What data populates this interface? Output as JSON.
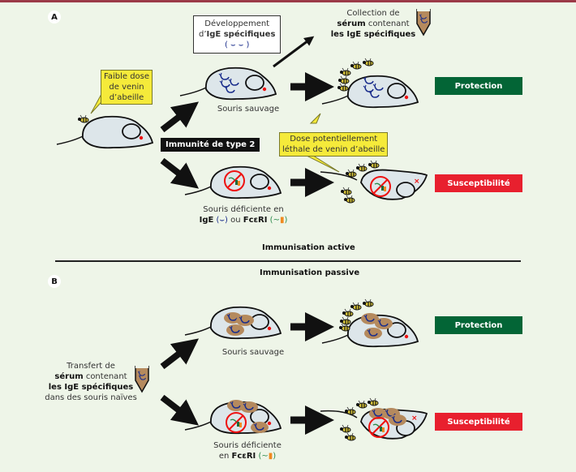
{
  "panels": {
    "a": {
      "letter": "A",
      "start_callout": [
        "Faible dose",
        "de venin",
        "d’abeille"
      ],
      "ige_box": {
        "line1": "Développement",
        "line2_prefix": "d’",
        "line2_bold": "IgE spécifiques",
        "glyph": "( ⌣ ⌣ )"
      },
      "serum_text": {
        "line1": "Collection de",
        "line2_bold": "sérum",
        "line2_rest": " contenant",
        "line3_bold": "les IgE spécifiques"
      },
      "wild_label": "Souris sauvage",
      "immunity_label": "Immunité de type 2",
      "lethal_callout": [
        "Dose potentiellement",
        "léthale de venin d’abeille"
      ],
      "deficient_label": {
        "line1": "Souris déficiente en",
        "ige": "IgE",
        "or": " ou ",
        "fce": "FcεRI"
      },
      "outcomes": {
        "top": "Protection",
        "bottom": "Susceptibilité"
      }
    },
    "divider": {
      "above": "Immunisation active",
      "below": "Immunisation passive"
    },
    "b": {
      "letter": "B",
      "transfer_text": {
        "line1": "Transfert de",
        "line2_bold": "sérum",
        "line2_rest": " contenant",
        "line3_bold": "les IgE spécifiques",
        "line4": "dans des souris naïves"
      },
      "wild_label": "Souris sauvage",
      "deficient_label": {
        "line1": "Souris déficiente",
        "line2_prefix": "en ",
        "fce": "FcεRI"
      },
      "outcomes": {
        "top": "Protection",
        "bottom": "Susceptibilité"
      }
    }
  },
  "colors": {
    "background": "#eef5e8",
    "protection": "#036536",
    "susceptibility": "#e8202e",
    "callout": "#f5ea3a",
    "mouse_body": "#dde6ea",
    "ige_blue": "#1b2e8c",
    "serum_brown": "#b58a5e"
  }
}
